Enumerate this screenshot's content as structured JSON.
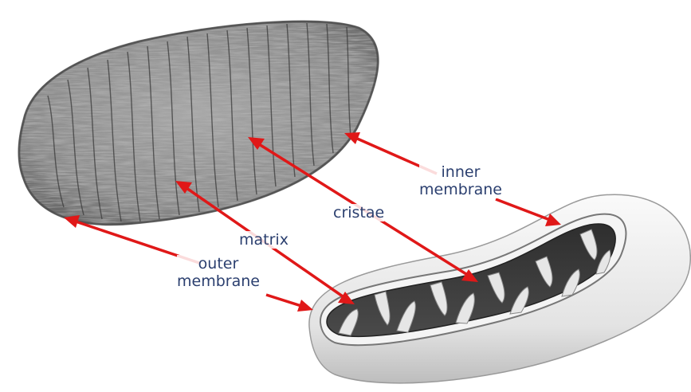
{
  "diagram": {
    "labels": {
      "inner_membrane": [
        "inner",
        "membrane"
      ],
      "cristae": "cristae",
      "matrix": "matrix",
      "outer_membrane": [
        "outer",
        "membrane"
      ]
    },
    "colors": {
      "arrow": "#e01818",
      "label_text": "#2b3f6f",
      "outer_shell": "#eeeeee",
      "matrix_fill": "#3c3c3c",
      "micrograph": "#8c8c8c"
    }
  }
}
